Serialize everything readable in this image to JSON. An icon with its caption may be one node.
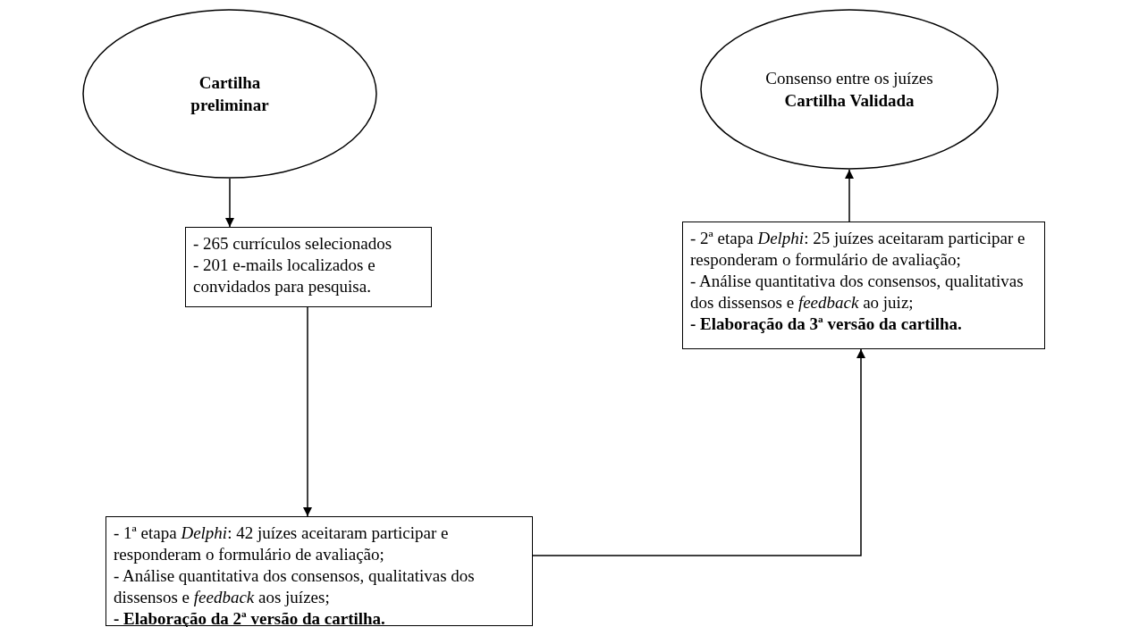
{
  "diagram": {
    "nodes": [
      {
        "text": [
          "Cartilha preliminar"
        ]
      },
      {
        "text": [
          "Consenso entre os juízes",
          "**Cartilha Validada**"
        ]
      },
      {
        "text": [
          "- 265 currículos selecionados",
          "- 201 e-mails localizados e convidados para pesquisa."
        ]
      },
      {
        "text": [
          "- 1ª etapa *Delphi*: 42 juízes aceitaram participar e responderam o formulário de avaliação;",
          "- Análise quantitativa dos consensos, qualitativas dos dissensos e *feedback* aos juízes;",
          "**- Elaboração da 2ª versão da cartilha.**"
        ]
      },
      {
        "text": [
          "- 2ª etapa *Delphi*: 25 juízes aceitaram participar e responderam o formulário de avaliação;",
          "- Análise quantitativa dos consensos, qualitativas dos dissensos e *feedback* ao juiz;",
          "**- Elaboração da 3ª versão da cartilha.**"
        ]
      }
    ],
    "edges": [
      {
        "from": 0,
        "to": 2,
        "arrow": "to"
      },
      {
        "from": 2,
        "to": 3,
        "arrow": "to"
      },
      {
        "from": 3,
        "to": 4,
        "arrow": "to"
      },
      {
        "from": 4,
        "to": 1,
        "arrow": "to"
      }
    ]
  }
}
